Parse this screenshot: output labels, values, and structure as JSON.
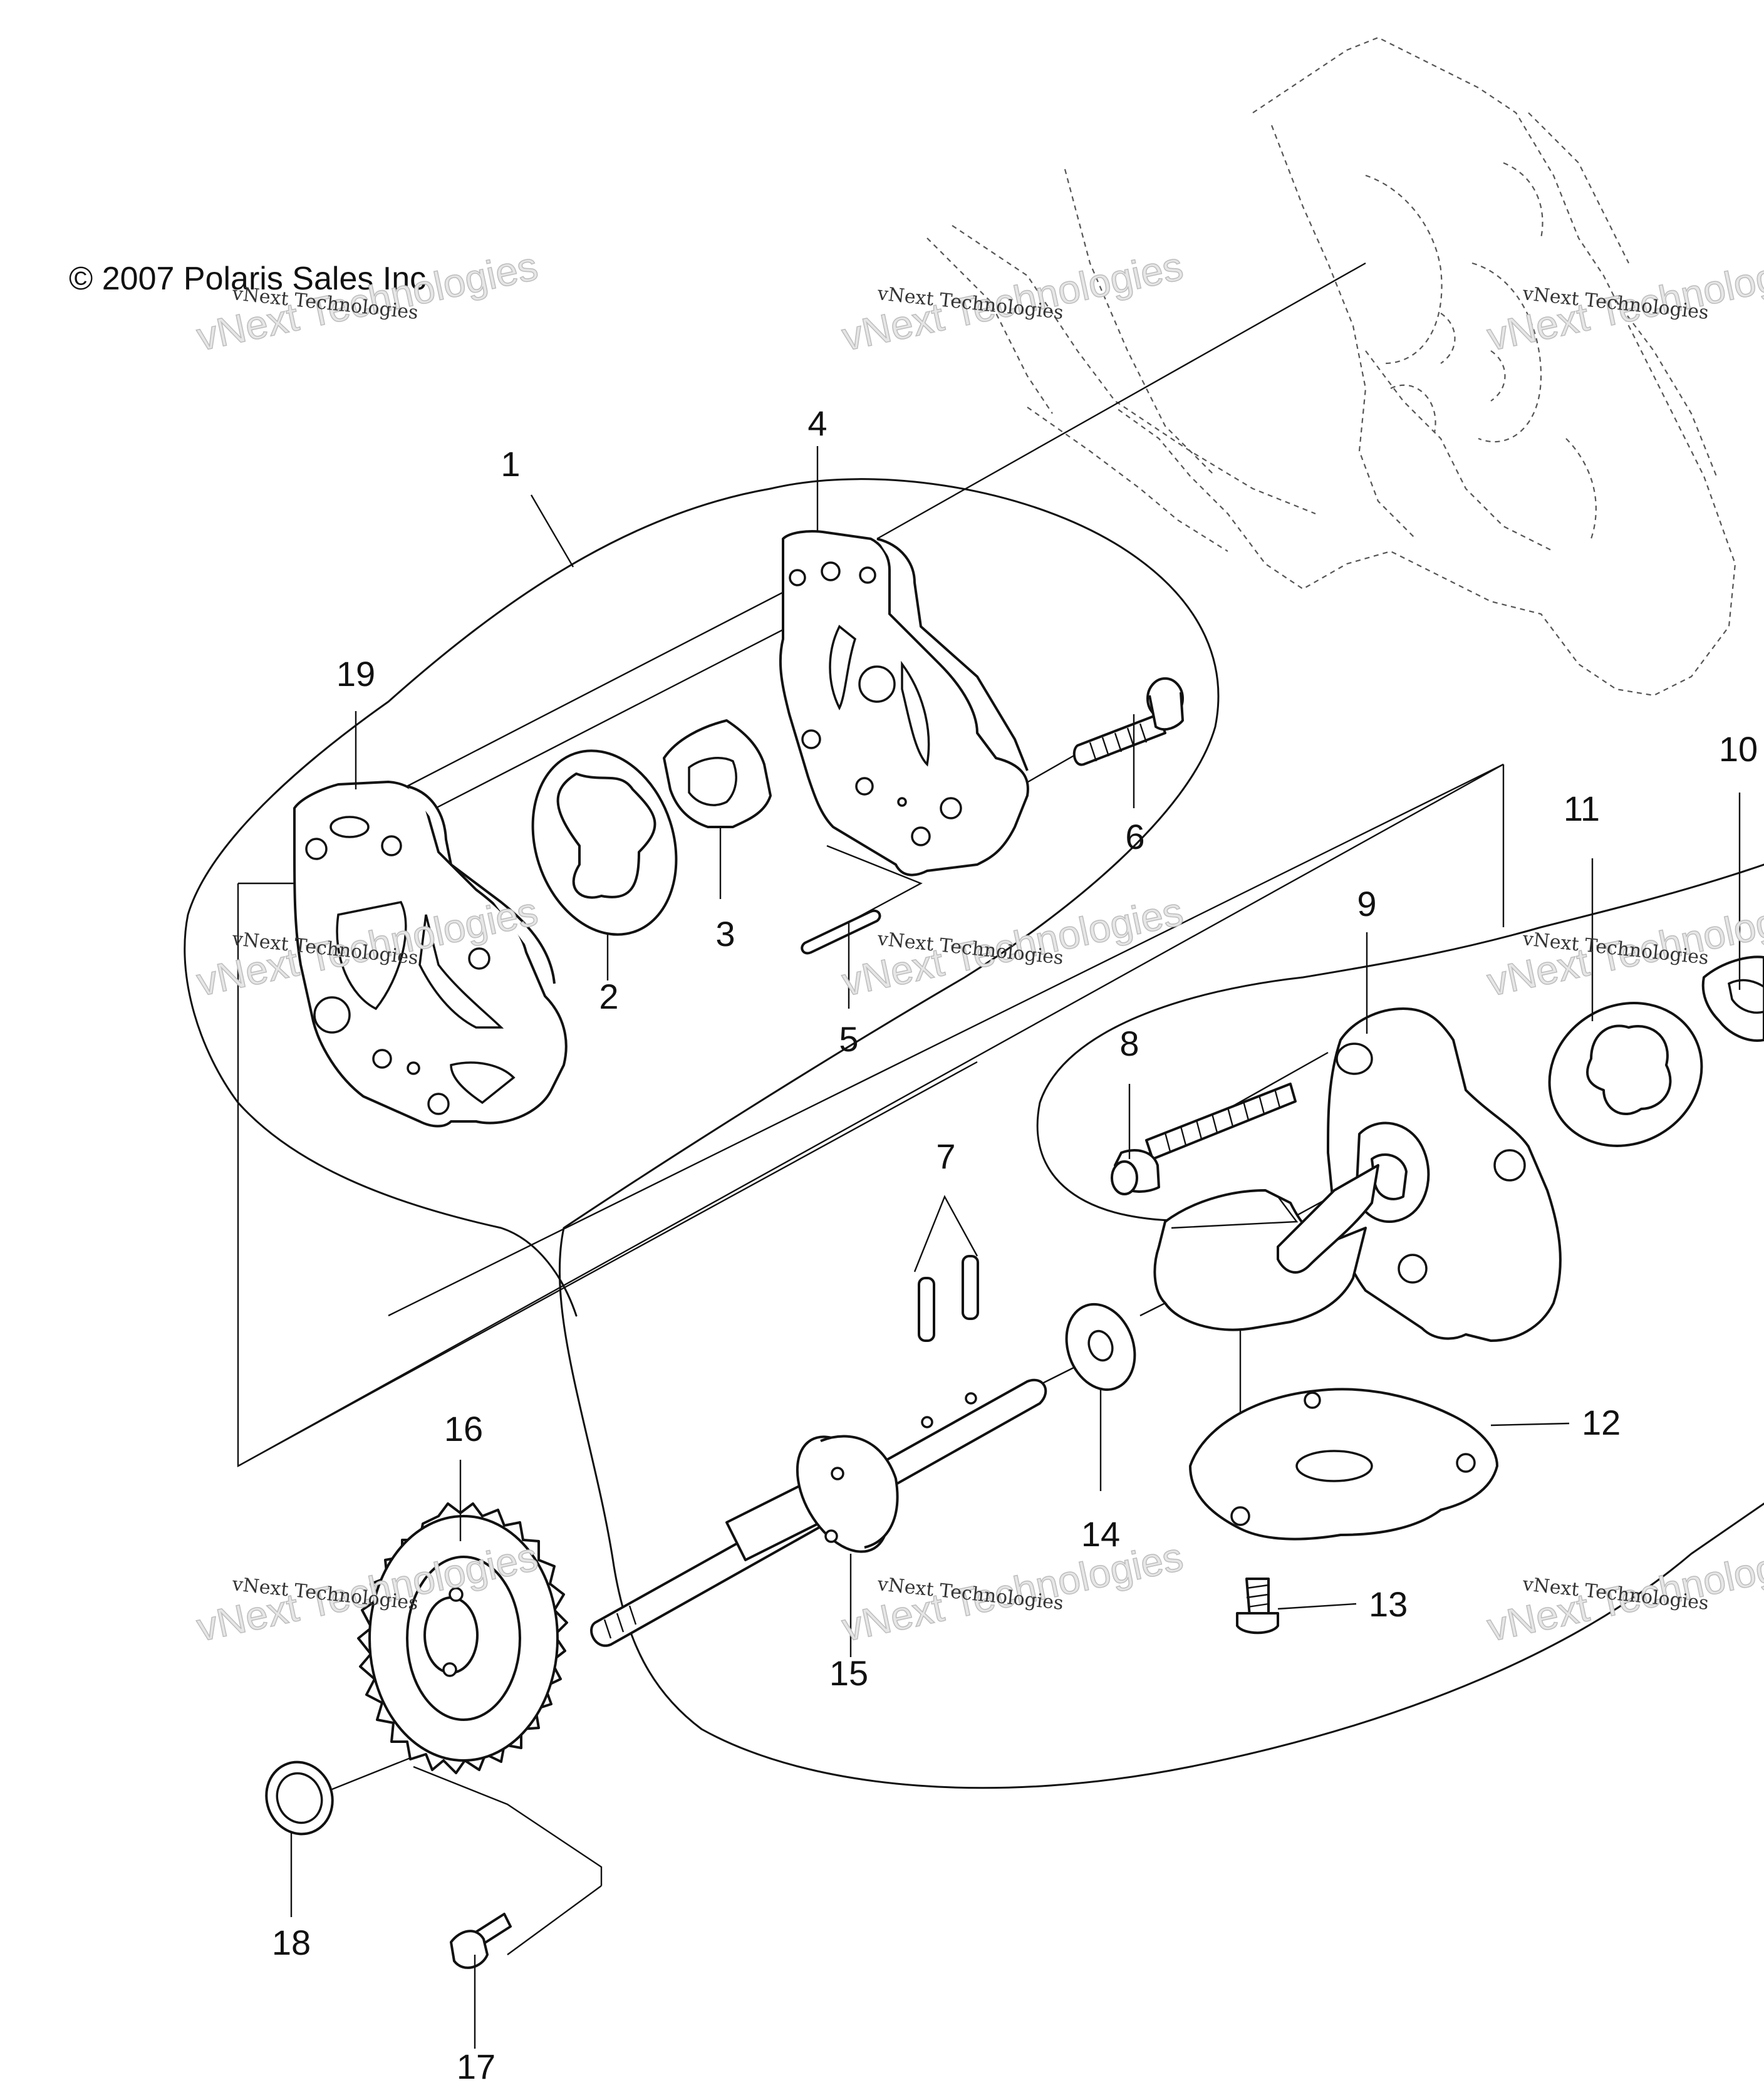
{
  "copyright": "© 2007 Polaris Sales Inc.",
  "watermark": {
    "line1": "vNext Technologies",
    "line2": "vNext Technologies"
  },
  "callouts": [
    "1",
    "2",
    "3",
    "4",
    "5",
    "6",
    "7",
    "8",
    "9",
    "10",
    "11",
    "12",
    "13",
    "14",
    "15",
    "16",
    "17",
    "18",
    "19"
  ]
}
